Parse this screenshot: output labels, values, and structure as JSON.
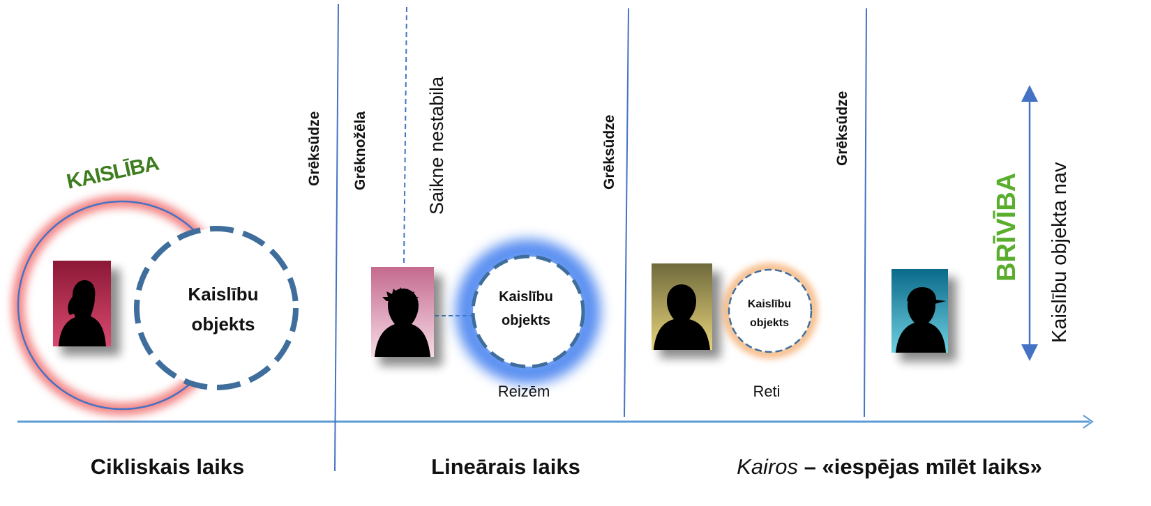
{
  "colors": {
    "line": "#4472C4",
    "axis": "#5B9BD5",
    "green": "#5AAE2E",
    "darkgreen": "#3E7D1E",
    "dashed": "#3F6E9C",
    "redglow": "#F05A5A",
    "blueglow": "#3C7BEF",
    "orangeglow": "#F4A460"
  },
  "sections": {
    "cyclic_time": "Cikliskais laiks",
    "linear_time": "Lineārais laiks",
    "kairos_word": "Kairos",
    "kairos_rest": " – «iespējas mīlēt laiks»"
  },
  "labels": {
    "passion": "KAISLĪBA",
    "freedom": "BRĪVĪBA",
    "confession_1": "Grēksūdze",
    "contrition": "Grēknožēla",
    "unstable_link": "Saikne nestabila",
    "confession_2": "Grēksūdze",
    "confession_3": "Grēksūdze",
    "no_object": "Kaislību objekta nav",
    "sometimes": "Reizēm",
    "rarely": "Reti"
  },
  "objects": {
    "large": [
      "Kaislību",
      "objekts"
    ],
    "medium": [
      "Kaislību",
      "objekts"
    ],
    "small": [
      "Kaislību",
      "objekts"
    ]
  },
  "icons": {
    "portrait_1": "woman-silhouette-icon",
    "portrait_2": "curly-hair-silhouette-icon",
    "portrait_3": "man-silhouette-icon",
    "portrait_4": "cap-silhouette-icon"
  }
}
